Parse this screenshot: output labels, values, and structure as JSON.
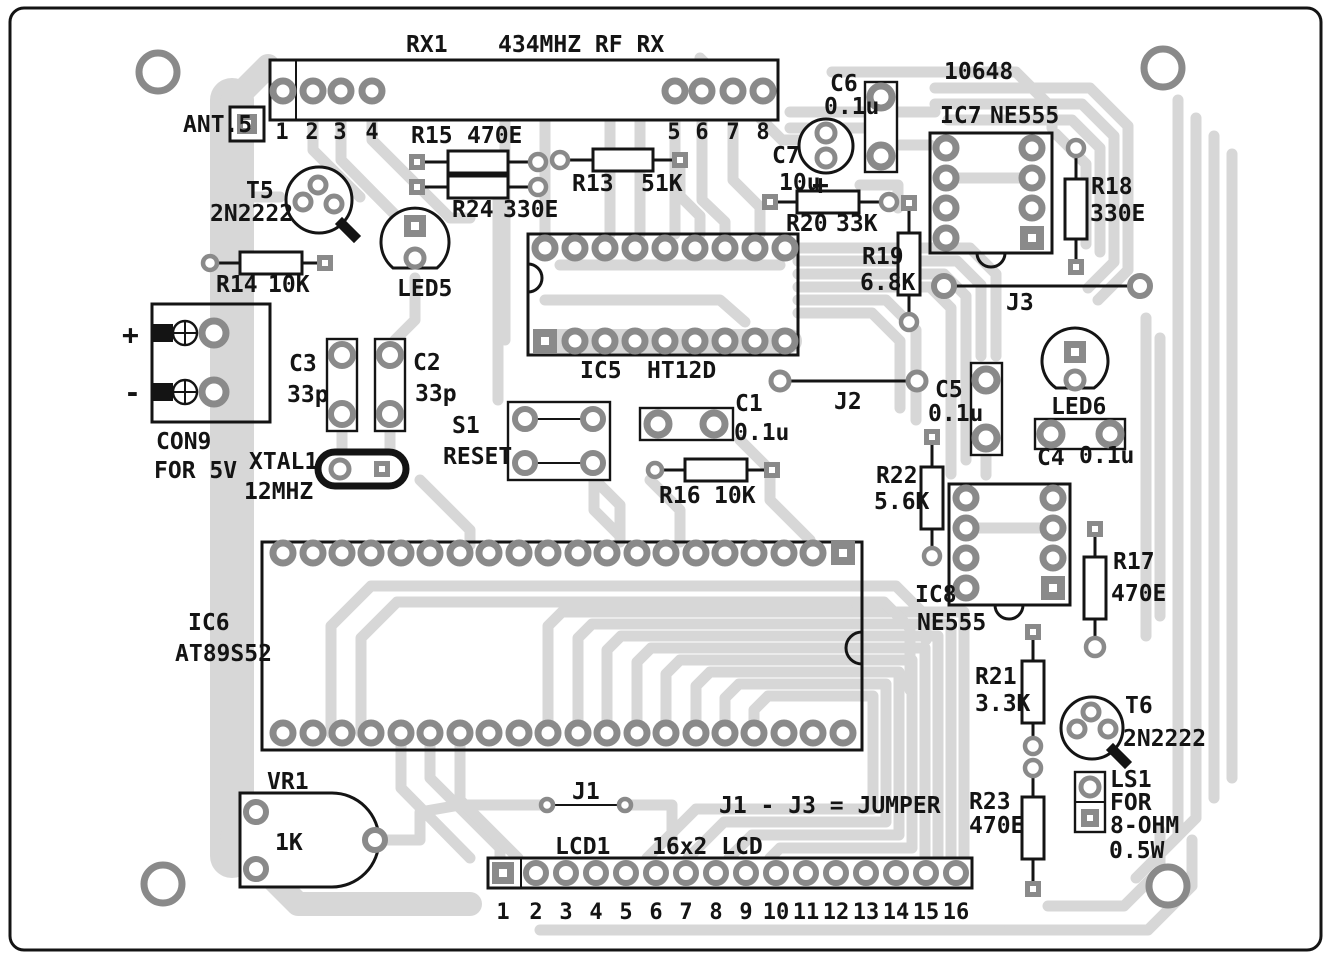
{
  "board": {
    "number": "10648",
    "jumper_note": "J1 - J3 = JUMPER"
  },
  "colors": {
    "trace": "#d7d7d7",
    "pad": "#8a8a8a",
    "ink": "#141414"
  },
  "components": {
    "ant": {
      "ref": "ANT.5"
    },
    "rx1": {
      "ref": "RX1",
      "desc": "434MHZ RF RX",
      "pins": [
        "1",
        "2",
        "3",
        "4",
        "5",
        "6",
        "7",
        "8"
      ]
    },
    "r13": {
      "ref": "R13",
      "value": "51K"
    },
    "r14": {
      "ref": "R14",
      "value": "10K"
    },
    "r15": {
      "ref": "R15",
      "value": "470E"
    },
    "r16": {
      "ref": "R16",
      "value": "10K"
    },
    "r17": {
      "ref": "R17",
      "value": "470E"
    },
    "r18": {
      "ref": "R18",
      "value": "330E"
    },
    "r19": {
      "ref": "R19",
      "value": "6.8K"
    },
    "r20": {
      "ref": "R20",
      "value": "33K"
    },
    "r21": {
      "ref": "R21",
      "value": "3.3K"
    },
    "r22": {
      "ref": "R22",
      "value": "5.6K"
    },
    "r23": {
      "ref": "R23",
      "value": "470E"
    },
    "r24": {
      "ref": "R24",
      "value": "330E"
    },
    "c1": {
      "ref": "C1",
      "value": "0.1u"
    },
    "c2": {
      "ref": "C2",
      "value": "33p"
    },
    "c3": {
      "ref": "C3",
      "value": "33p"
    },
    "c4": {
      "ref": "C4",
      "value": "0.1u"
    },
    "c5": {
      "ref": "C5",
      "value": "0.1u"
    },
    "c6": {
      "ref": "C6",
      "value": "0.1u"
    },
    "c7": {
      "ref": "C7",
      "value": "10u",
      "polarity": "+"
    },
    "t5": {
      "ref": "T5",
      "value": "2N2222"
    },
    "t6": {
      "ref": "T6",
      "value": "2N2222"
    },
    "led5": {
      "ref": "LED5"
    },
    "led6": {
      "ref": "LED6"
    },
    "ic5": {
      "ref": "IC5",
      "value": "HT12D"
    },
    "ic6": {
      "ref": "IC6",
      "value": "AT89S52"
    },
    "ic7": {
      "ref": "IC7",
      "value": "NE555"
    },
    "ic8": {
      "ref": "IC8",
      "value": "NE555"
    },
    "xtal1": {
      "ref": "XTAL1",
      "value": "12MHZ"
    },
    "s1": {
      "ref": "S1",
      "value": "RESET"
    },
    "con9": {
      "ref": "CON9",
      "value": "FOR 5V",
      "plus": "+",
      "minus": "-"
    },
    "vr1": {
      "ref": "VR1",
      "value": "1K"
    },
    "j1": {
      "ref": "J1"
    },
    "j2": {
      "ref": "J2"
    },
    "j3": {
      "ref": "J3"
    },
    "lcd1": {
      "ref": "LCD1",
      "desc": "16x2 LCD",
      "pins": [
        "1",
        "2",
        "3",
        "4",
        "5",
        "6",
        "7",
        "8",
        "9",
        "10",
        "11",
        "12",
        "13",
        "14",
        "15",
        "16"
      ]
    },
    "ls1": {
      "ref": "LS1",
      "line2": "FOR",
      "line3": "8-OHM",
      "line4": "0.5W"
    }
  }
}
